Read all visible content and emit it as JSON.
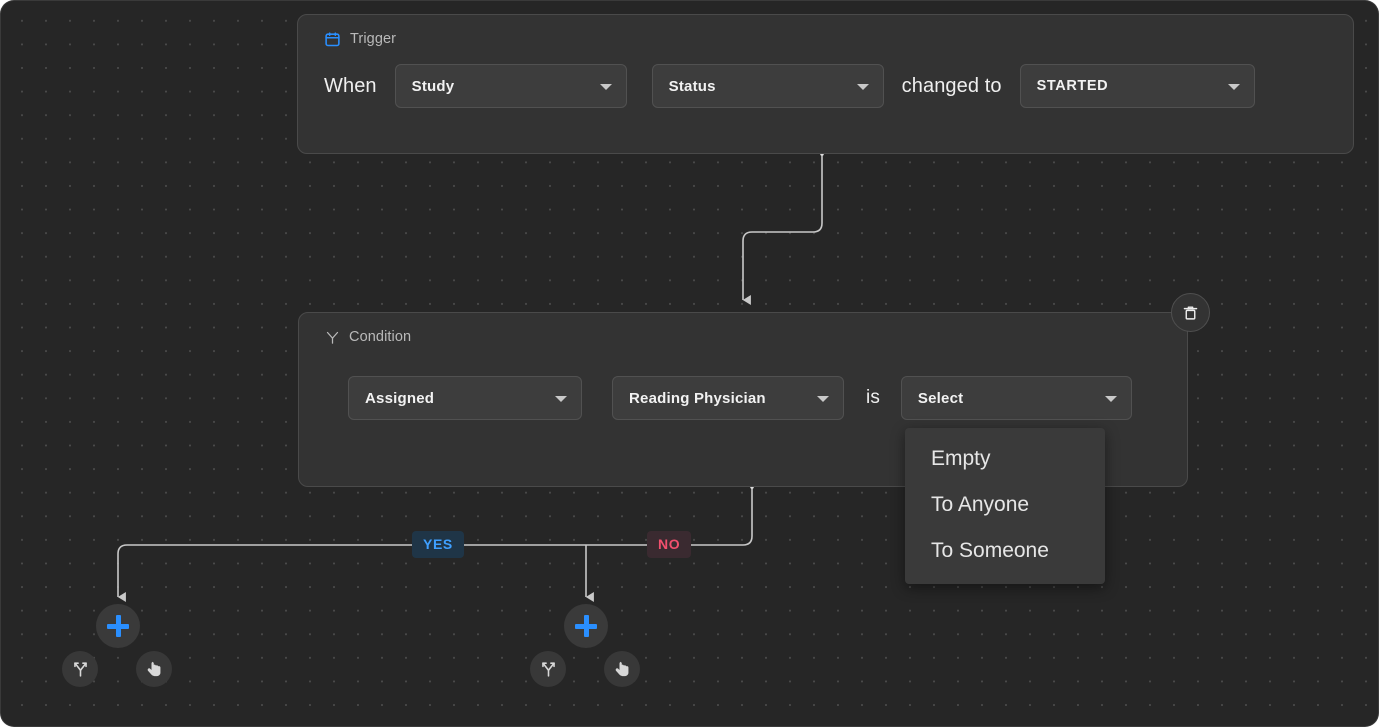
{
  "canvas": {
    "background": "#262626",
    "dot_color": "#4a4a4a"
  },
  "trigger": {
    "icon": "calendar-icon",
    "icon_color": "#2a8fff",
    "title": "Trigger",
    "keyword_when": "When",
    "keyword_changed_to": "changed to",
    "entity": "Study",
    "field": "Status",
    "value": "STARTED"
  },
  "condition": {
    "icon": "branch-fork-icon",
    "title": "Condition",
    "subject": "Assigned",
    "target": "Reading Physician",
    "keyword_is": "is",
    "operator_placeholder": "Select",
    "delete_icon": "trash-icon"
  },
  "dropdown": {
    "open": true,
    "options": [
      "Empty",
      "To Anyone",
      "To Someone"
    ]
  },
  "branches": {
    "yes": {
      "label": "YES",
      "bg": "#1f3547",
      "fg": "#3fa0ff",
      "add_icon": "plus-icon",
      "branch_icon": "branch-fork-icon",
      "action_icon": "tap-hand-icon"
    },
    "no": {
      "label": "NO",
      "bg": "#3a2a30",
      "fg": "#f2506e",
      "add_icon": "plus-icon",
      "branch_icon": "branch-fork-icon",
      "action_icon": "tap-hand-icon"
    }
  }
}
